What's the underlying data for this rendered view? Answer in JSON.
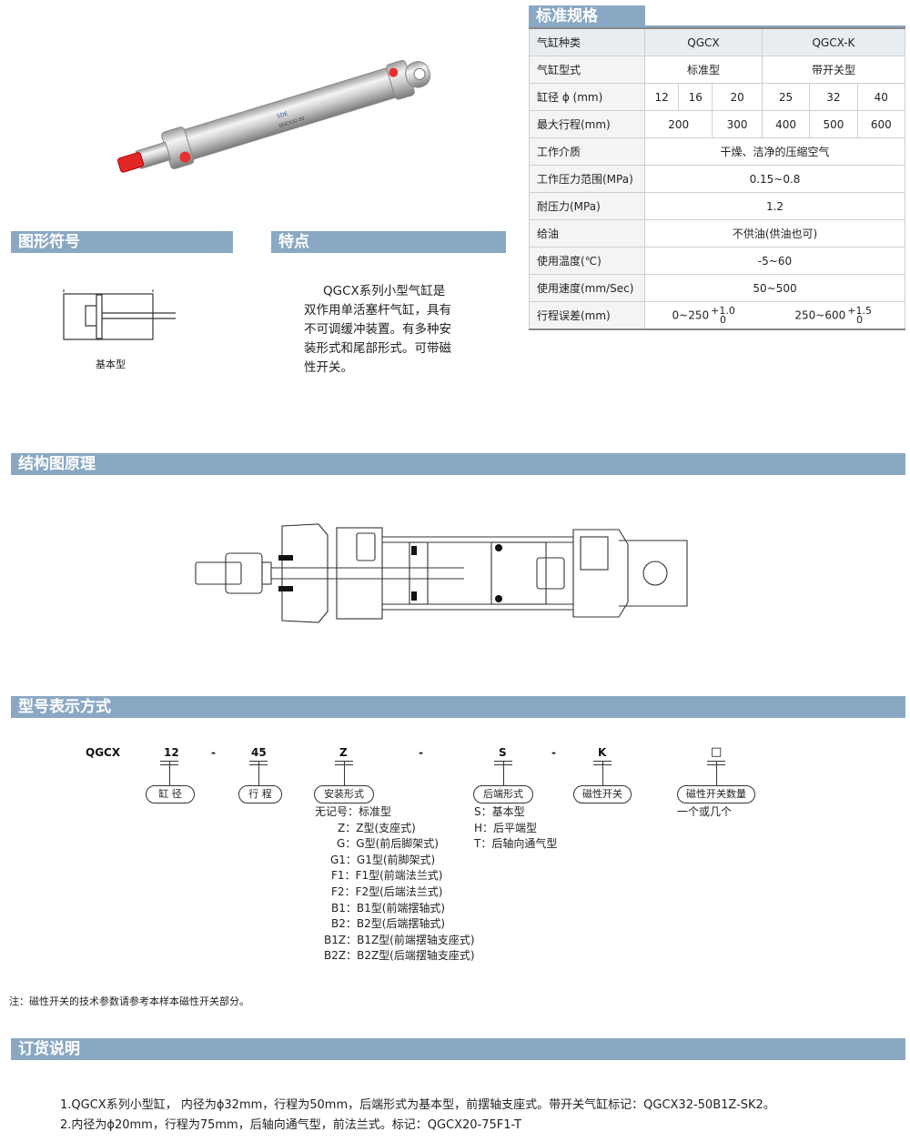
{
  "sections": {
    "spec": "标准规格",
    "symbol": "图形符号",
    "features": "特点",
    "structure": "结构图原理",
    "model": "型号表示方式",
    "order": "订货说明"
  },
  "symbol": {
    "caption": "基本型"
  },
  "features": {
    "lines": [
      "QGCX系列小型气缸是",
      "双作用单活塞杆气缸，具有",
      "不可调缓冲装置。有多种安",
      "装形式和尾部形式。可带磁",
      "性开关。"
    ]
  },
  "cylinder_label": {
    "brand": "SDE",
    "model": "QGCX32-50"
  },
  "spec_table": {
    "type_label": "气缸种类",
    "type_a": "QGCX",
    "type_b": "QGCX-K",
    "form_label": "气缸型式",
    "form_a": "标准型",
    "form_b": "带开关型",
    "bore_label": "缸径 ϕ (mm)",
    "bores": [
      "12",
      "16",
      "20",
      "25",
      "32",
      "40"
    ],
    "stroke_label": "最大行程(mm)",
    "strokes": [
      "200",
      "300",
      "400",
      "500",
      "600"
    ],
    "medium_label": "工作介质",
    "medium": "干燥、洁净的压缩空气",
    "pressure_label": "工作压力范围(MPa)",
    "pressure": "0.15~0.8",
    "proof_label": "耐压力(MPa)",
    "proof": "1.2",
    "oil_label": "给油",
    "oil": "不供油(供油也可)",
    "temp_label": "使用温度(℃)",
    "temp": "-5~60",
    "speed_label": "使用速度(mm/Sec)",
    "speed": "50~500",
    "error_label": "行程误差(mm)",
    "error_a": "0~250",
    "error_a_up": "+1.0",
    "error_a_low": "0",
    "error_b": "250~600",
    "error_b_up": "+1.5",
    "error_b_low": "0"
  },
  "model_code": {
    "prefix": "QGCX",
    "bore": "12",
    "stroke": "45",
    "mount": "Z",
    "rear": "S",
    "switch": "K",
    "count": "□",
    "dash": "-",
    "bore_label": "缸  径",
    "stroke_label": "行  程",
    "mount_label": "安装形式",
    "rear_label": "后端形式",
    "switch_label": "磁性开关",
    "count_label": "磁性开关数量",
    "mount_options": [
      "无记号：标准型",
      "Z：Z型(支座式)",
      "G：G型(前后脚架式)",
      "G1：G1型(前脚架式)",
      "F1：F1型(前端法兰式)",
      "F2：F2型(后端法兰式)",
      "B1：B1型(前端摆轴式)",
      "B2：B2型(后端摆轴式)",
      "B1Z：B1Z型(前端摆轴支座式)",
      "B2Z：B2Z型(后端摆轴支座式)"
    ],
    "rear_options": [
      "S：基本型",
      "H：后平端型",
      "T：后轴向通气型"
    ],
    "count_note": "一个或几个"
  },
  "note": "注：磁性开关的技术参数请参考本样本磁性开关部分。",
  "order_lines": [
    "1.QGCX系列小型缸， 内径为ϕ32mm，行程为50mm，后端形式为基本型，前摆轴支座式。带开关气缸标记：QGCX32-50B1Z-SK2。",
    "2.内径为ϕ20mm，行程为75mm，后轴向通气型，前法兰式。标记：QGCX20-75F1-T"
  ]
}
